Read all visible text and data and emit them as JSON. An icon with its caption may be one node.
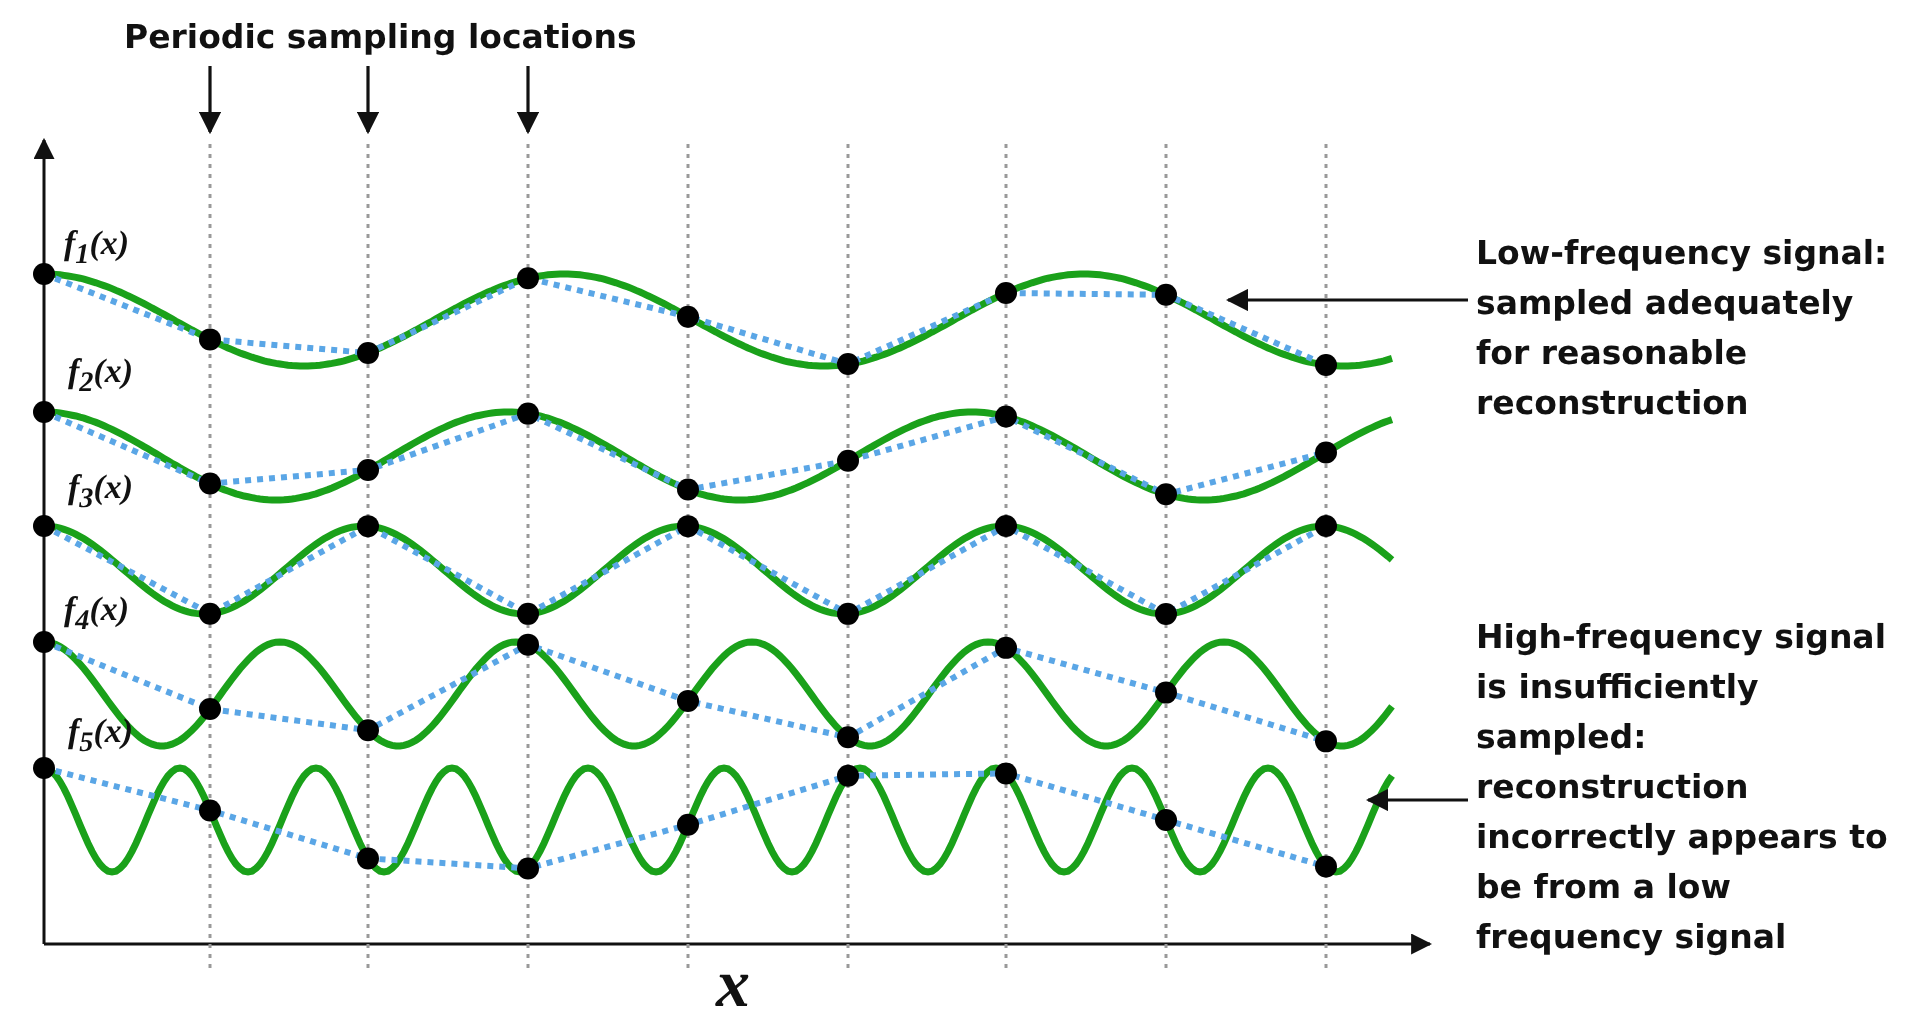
{
  "diagram": {
    "nodes": [
      {
        "text": [
          "Periodic sampling locations"
        ]
      },
      {
        "text": [
          "Low-frequency signal: sampled adequately for reasonable reconstruction"
        ]
      },
      {
        "text": [
          "High-frequency signal is insufficiently sampled: reconstruction incorrectly appears to be from a low frequency signal"
        ]
      }
    ],
    "edges": [
      {
        "from": 0,
        "to": null,
        "arrow": "to"
      },
      {
        "from": 0,
        "to": null,
        "arrow": "to"
      },
      {
        "from": 0,
        "to": null,
        "arrow": "to"
      },
      {
        "from": 1,
        "to": null,
        "arrow": "to"
      },
      {
        "from": 2,
        "to": null,
        "arrow": "to"
      }
    ],
    "labels": [
      "f$_{1}$(x)",
      "f$_{2}$(x)",
      "f$_{3}$(x)",
      "f$_{4}$(x)",
      "f$_{5}$(x)",
      "x"
    ]
  }
}
